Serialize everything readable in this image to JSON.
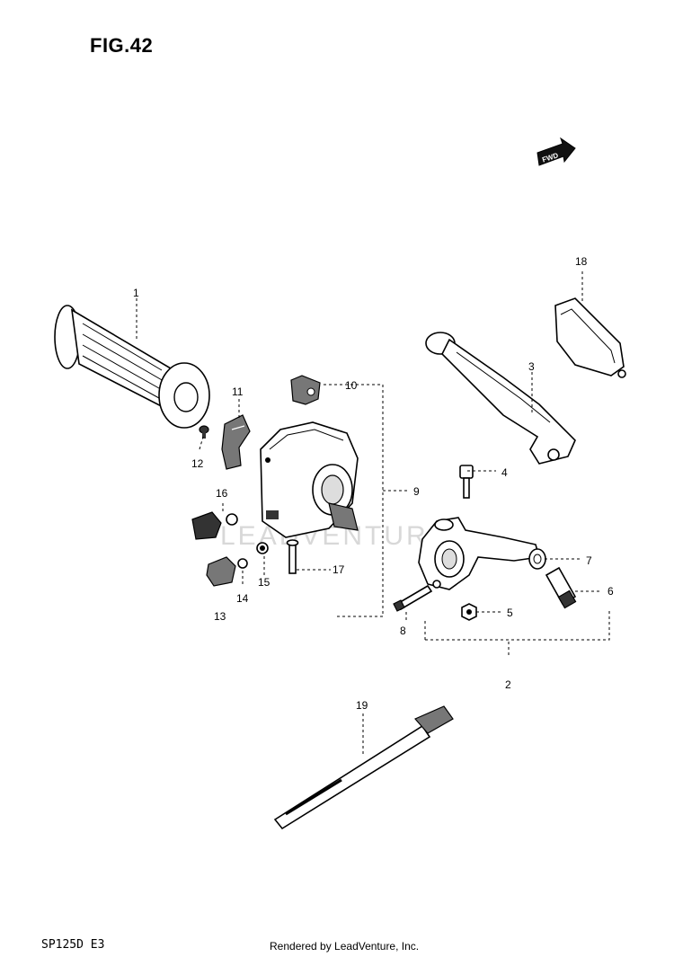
{
  "figure": {
    "title": "FIG.42",
    "model_code": "SP125D  E3",
    "credit": "Rendered by LeadVenture, Inc.",
    "watermark": "LEADVENTURE",
    "fwd_label": "FWD"
  },
  "callouts": [
    {
      "id": "1",
      "label": "1"
    },
    {
      "id": "2",
      "label": "2"
    },
    {
      "id": "3",
      "label": "3"
    },
    {
      "id": "4",
      "label": "4"
    },
    {
      "id": "5",
      "label": "5"
    },
    {
      "id": "6",
      "label": "6"
    },
    {
      "id": "7",
      "label": "7"
    },
    {
      "id": "8",
      "label": "8"
    },
    {
      "id": "9",
      "label": "9"
    },
    {
      "id": "10",
      "label": "10"
    },
    {
      "id": "11",
      "label": "11"
    },
    {
      "id": "12",
      "label": "12"
    },
    {
      "id": "13",
      "label": "13"
    },
    {
      "id": "14",
      "label": "14"
    },
    {
      "id": "15",
      "label": "15"
    },
    {
      "id": "16",
      "label": "16"
    },
    {
      "id": "17",
      "label": "17"
    },
    {
      "id": "18",
      "label": "18"
    },
    {
      "id": "19",
      "label": "19"
    }
  ]
}
